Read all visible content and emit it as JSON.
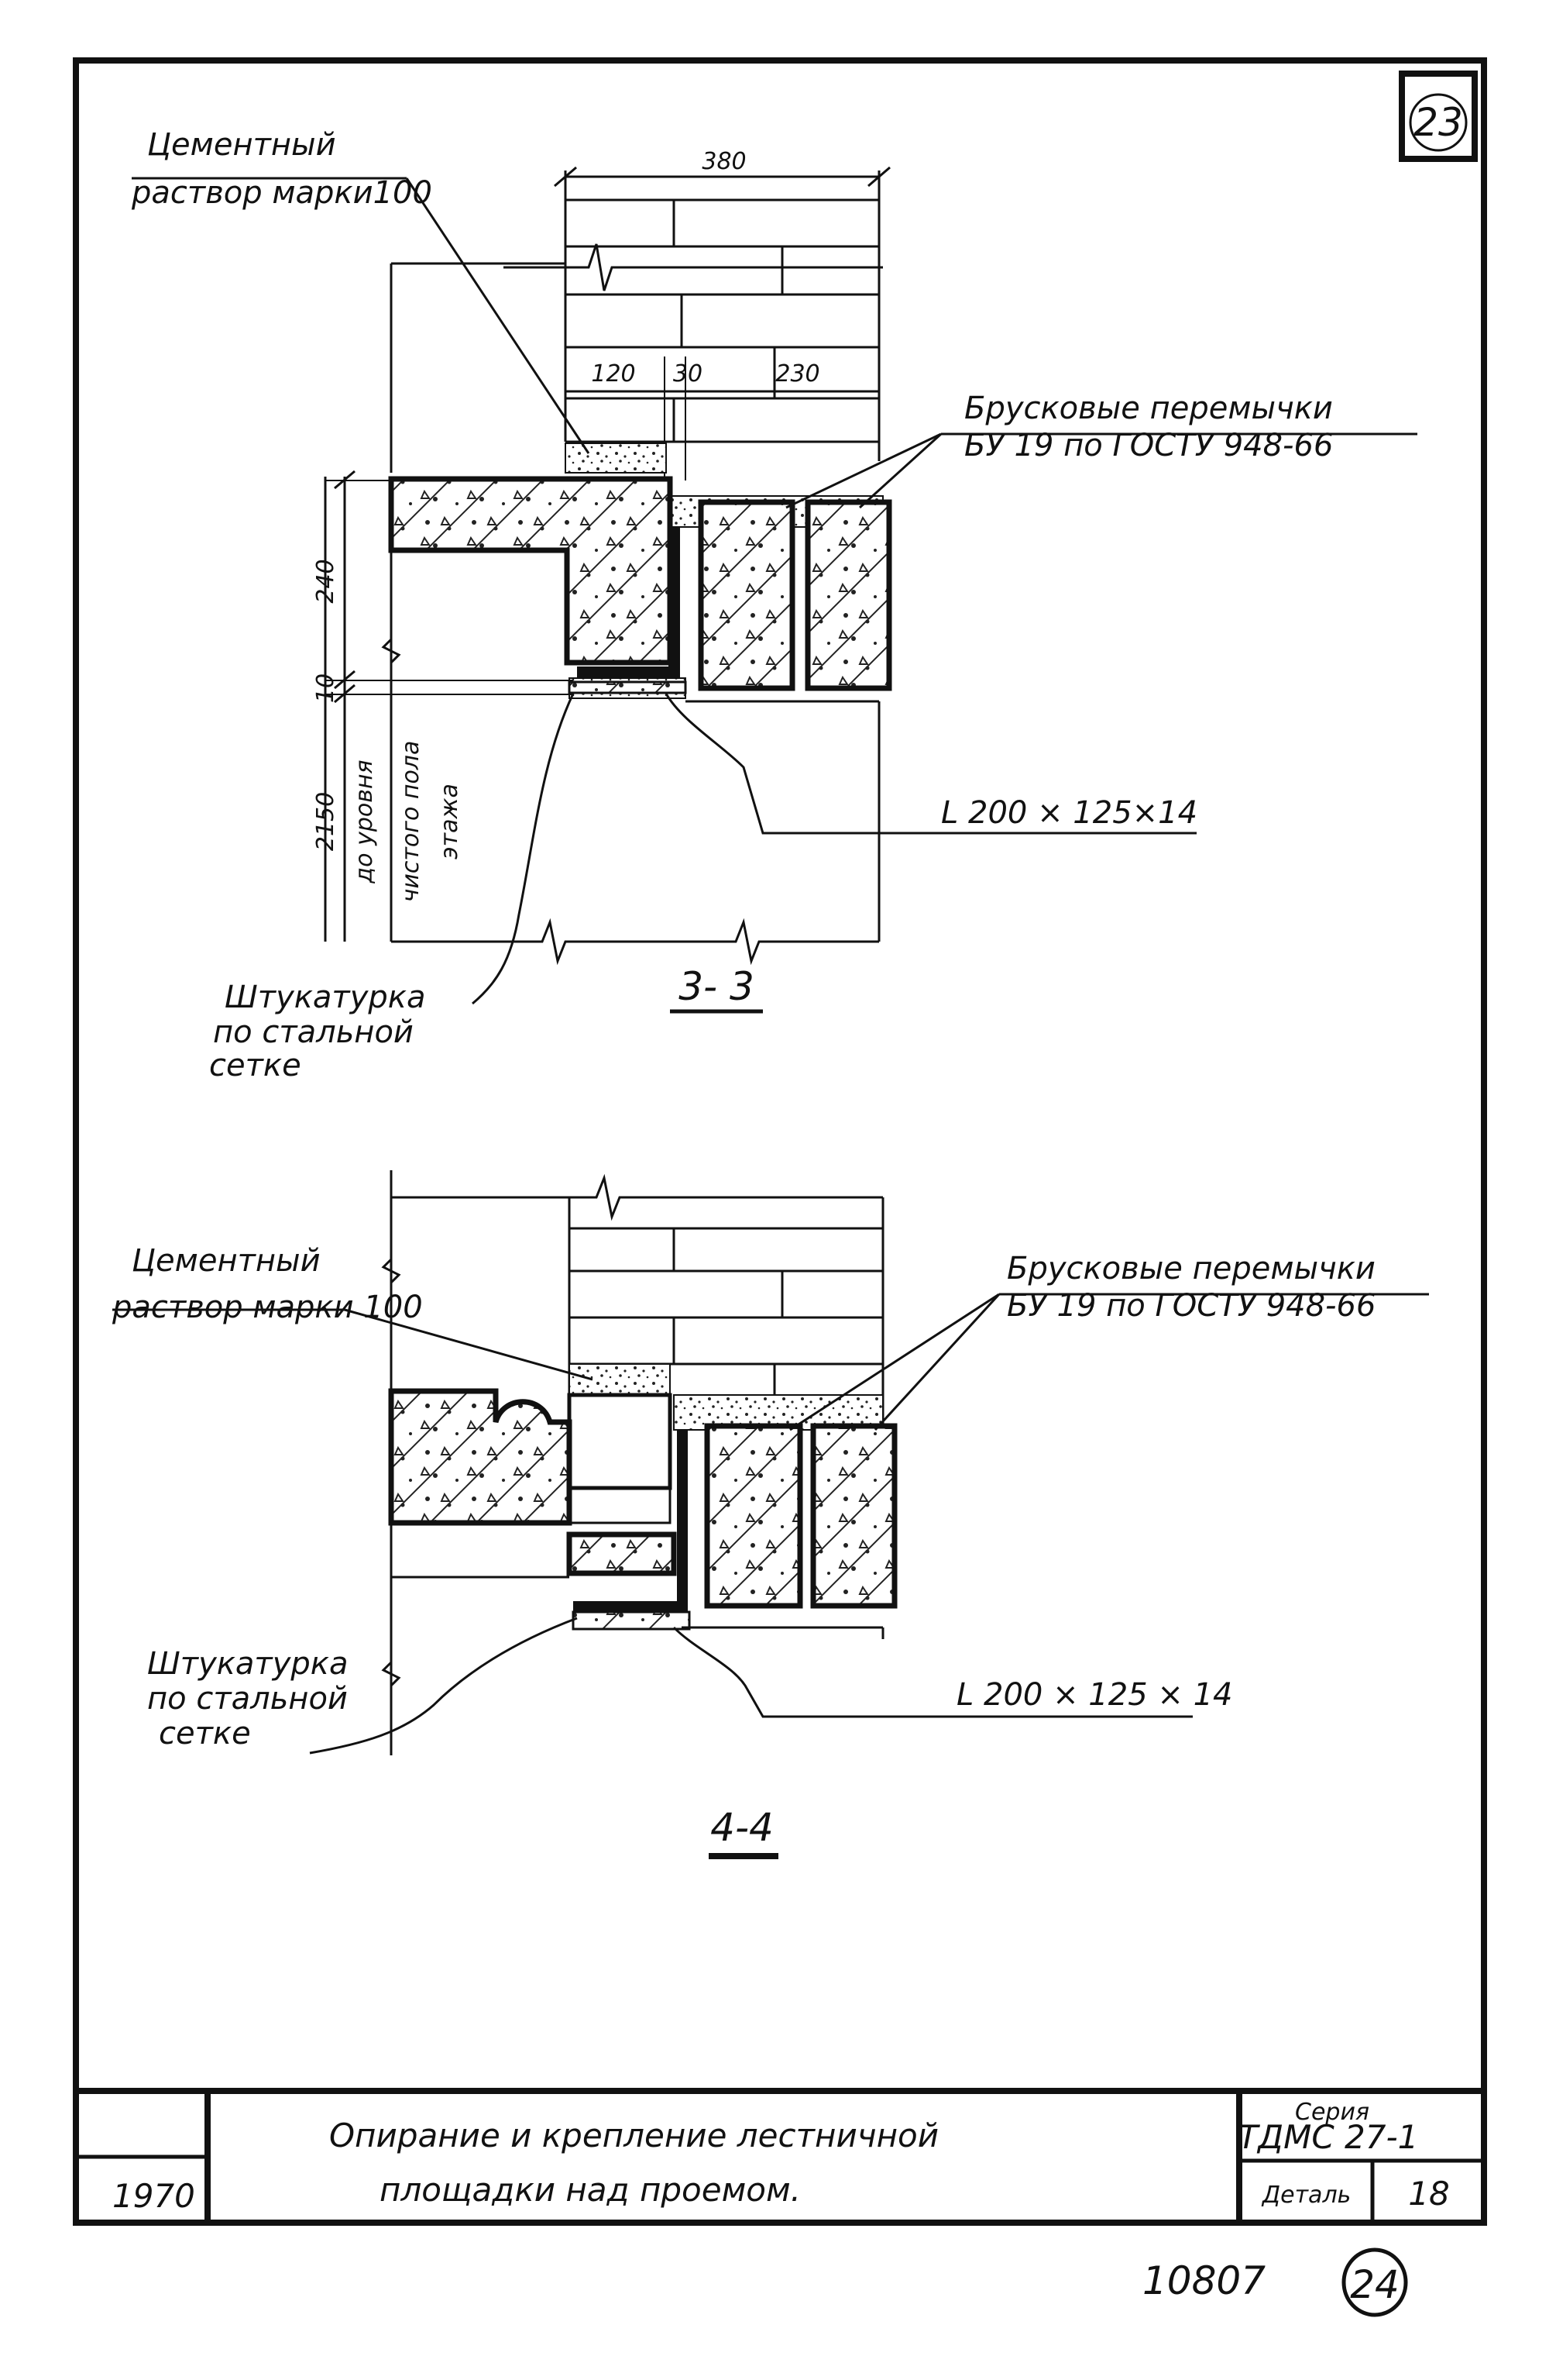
{
  "sheet_number": "23",
  "next_sheet_number": "24",
  "stamp_number": "10807",
  "section_3_3": {
    "title": "3- 3",
    "mortar_label": [
      "Цементный",
      "раствор марки100"
    ],
    "lintels_label": [
      "Брусковые перемычки",
      "БУ 19 по ГОСТУ 948-66"
    ],
    "angle_label": "L 200 × 125×14",
    "plaster_label": [
      "Штукатурка",
      "по стальной",
      "сетке"
    ],
    "dim_total": "380",
    "dim_a": "120",
    "dim_b": "30",
    "dim_c": "230",
    "dim_240": "240",
    "dim_10": "10",
    "dim_2150": "2150",
    "level_note": [
      "до уровня",
      "чистого пола",
      "этажа"
    ]
  },
  "section_4_4": {
    "title": "4-4",
    "mortar_label": [
      "Цементный",
      "раствор марки 100"
    ],
    "lintels_label": [
      "Брусковые перемычки",
      "БУ 19 по ГОСТУ 948-66"
    ],
    "angle_label": "L 200 × 125 × 14",
    "plaster_label": [
      "Штукатурка",
      "по стальной",
      "сетке"
    ]
  },
  "title_block": {
    "title_line1": "Опирание и крепление лестничной",
    "title_line2": "площадки над проемом.",
    "year": "1970",
    "series_label": "Серия",
    "series_value": "ТДМС 27-1",
    "detail_label": "Деталь",
    "detail_value": "18"
  }
}
